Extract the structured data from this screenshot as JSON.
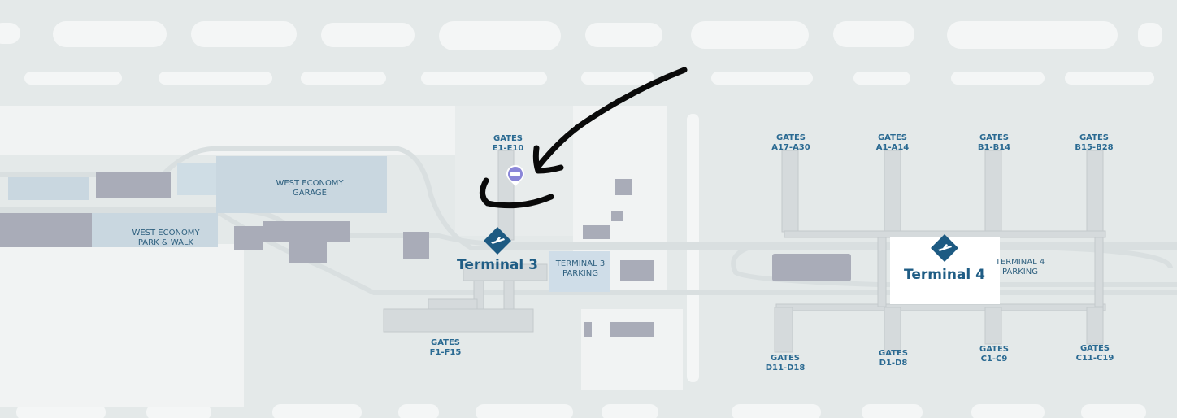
{
  "map": {
    "terminals": [
      {
        "id": "t3",
        "label": "Terminal 3",
        "icon": "airplane-icon"
      },
      {
        "id": "t4",
        "label": "Terminal 4",
        "icon": "airplane-icon"
      }
    ],
    "gates": [
      {
        "id": "e",
        "title": "GATES",
        "range": "E1-E10"
      },
      {
        "id": "f",
        "title": "GATES",
        "range": "F1-F15"
      },
      {
        "id": "a2",
        "title": "GATES",
        "range": "A17-A30"
      },
      {
        "id": "a1",
        "title": "GATES",
        "range": "A1-A14"
      },
      {
        "id": "b1",
        "title": "GATES",
        "range": "B1-B14"
      },
      {
        "id": "b2",
        "title": "GATES",
        "range": "B15-B28"
      },
      {
        "id": "d2",
        "title": "GATES",
        "range": "D11-D18"
      },
      {
        "id": "d1",
        "title": "GATES",
        "range": "D1-D8"
      },
      {
        "id": "c1",
        "title": "GATES",
        "range": "C1-C9"
      },
      {
        "id": "c2",
        "title": "GATES",
        "range": "C11-C19"
      }
    ],
    "areas": [
      {
        "id": "weg",
        "line1": "WEST ECONOMY",
        "line2": "GARAGE"
      },
      {
        "id": "wep",
        "line1": "WEST ECONOMY",
        "line2": "PARK & WALK"
      },
      {
        "id": "t3p",
        "line1": "TERMINAL 3",
        "line2": "PARKING"
      },
      {
        "id": "t4p",
        "line1": "TERMINAL 4",
        "line2": "PARKING"
      }
    ],
    "markers": [
      {
        "id": "transit",
        "icon": "tram-icon"
      }
    ],
    "colors": {
      "accent": "#1d5a82",
      "marker": "#8a86d8",
      "background": "#e4e9e9"
    }
  }
}
